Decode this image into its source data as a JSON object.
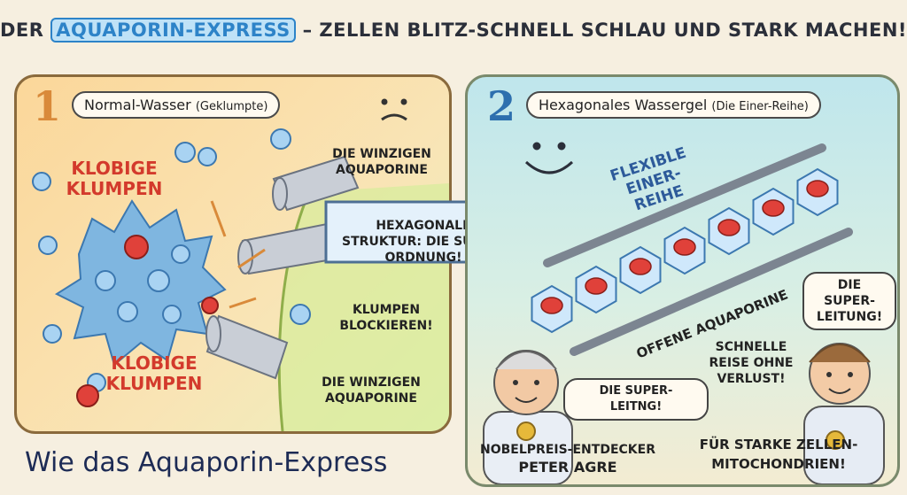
{
  "header": {
    "title_prefix": "DER",
    "title_highlight": "AQUAPORIN-EXPRESS",
    "title_suffix": "– ZELLEN BLITZ-SCHNELL SCHLAU UND STARK MACHEN!"
  },
  "panel1": {
    "number": "1",
    "heading": "Normal-Wasser",
    "heading_note": "(Geklumpte)",
    "label_clumps_top": "KLOBIGE KLUMPEN",
    "label_clumps_bottom": "KLOBIGE KLUMPEN",
    "label_aquaporin_top": "DIE WINZIGEN AQUAPORINE",
    "label_aquaporin_bottom": "DIE WINZIGEN AQUAPORINE",
    "label_block": "KLUMPEN BLOCKIEREN!",
    "arrow_text": "HEXAGONALE STRUKTUR: DIE SUPER-ORDNUNG!"
  },
  "panel2": {
    "number": "2",
    "heading": "Hexagonales Wassergel",
    "heading_note": "(Die Einer-Reihe)",
    "label_flexible": "FLEXIBLE EINER-REIHE",
    "label_open": "OFFENE AQUAPORINE",
    "callout_superleitung": "DIE SUPER-LEITUNG!",
    "callout_fast": "SCHNELLE REISE OHNE VERLUST!",
    "callout_leitng": "DIE SUPER-LEITNG!",
    "caption_nobel": "NOBELPREIS-ENTDECKER",
    "caption_name": "PETER AGRE",
    "caption_mito": "FÜR STARKE ZELLEN-MITOCHONDRIEN!"
  },
  "footer": {
    "text": "Wie das Aquaporin-Express"
  },
  "colors": {
    "accent_blue": "#2d83c8",
    "clump_red": "#d33a2c",
    "panel1_bg": "#fbd79a",
    "panel2_bg": "#bfe6ec"
  }
}
